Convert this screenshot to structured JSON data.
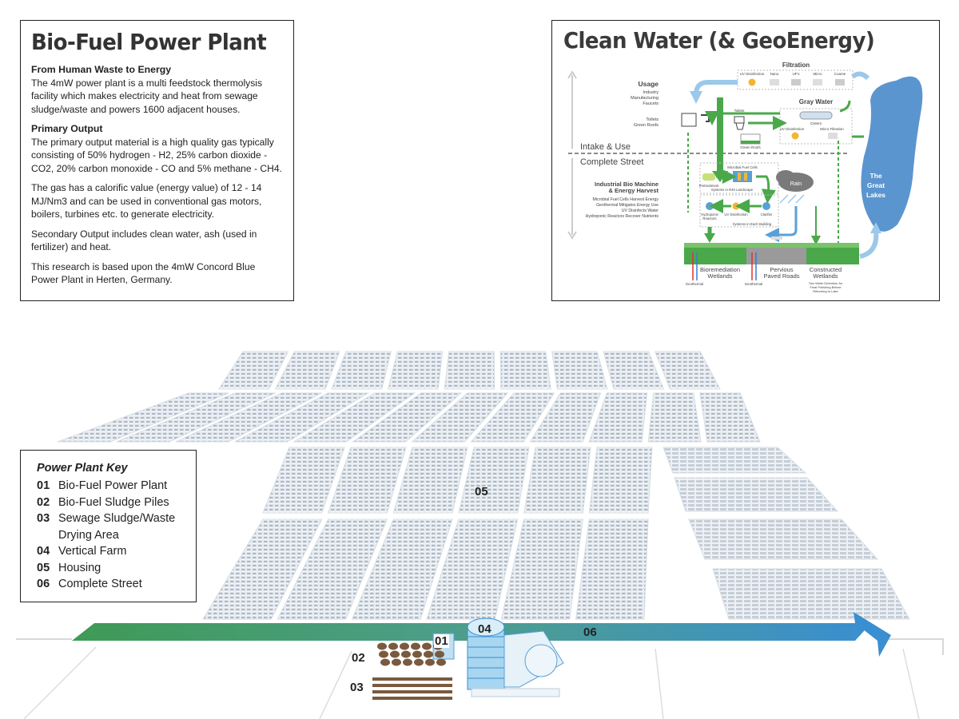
{
  "biofuel": {
    "title": "Bio-Fuel Power Plant",
    "sections": [
      {
        "heading": "From Human Waste to Energy",
        "text": "The 4mW power plant is a multi feedstock thermolysis facility which makes electricity and heat from sewage sludge/waste and powers 1600 adjacent houses."
      },
      {
        "heading": "Primary Output",
        "text": "The primary output material is a high quality gas typically consisting of 50% hydrogen - H2, 25% carbon dioxide - CO2, 20% carbon monoxide - CO and 5% methane - CH4."
      },
      {
        "heading": "",
        "text": "The gas has a calorific value (energy value) of 12 - 14 MJ/Nm3 and can be used in conventional gas motors, boilers, turbines etc. to generate electricity."
      },
      {
        "heading": "",
        "text": "Secondary Output includes clean water, ash (used in fertilizer) and heat."
      },
      {
        "heading": "",
        "text": "This research is based upon the 4mW Concord Blue Power Plant in Herten, Germany."
      }
    ]
  },
  "water": {
    "title": "Clean Water (& GeoEnergy)",
    "filtration": "Filtration",
    "filters": [
      "UV Disinfection",
      "Nano",
      "UF's",
      "Micro",
      "Coarse"
    ],
    "usage_title": "Usage",
    "usage_items": [
      "Industry",
      "Manufacturing",
      "Faucets"
    ],
    "usage_items2": [
      "Toilets",
      "Green Roofs"
    ],
    "toilets": "Toilets",
    "gray_water": "Gray Water",
    "cistern": "Cistern",
    "gray_filters": [
      "UV Disinfection",
      "Micro Filtration"
    ],
    "green_roofs": "Green Roofs",
    "intake_use": "Intake & Use",
    "complete_street": "Complete Street",
    "ibm_title": [
      "Industrial Bio Machine",
      "& Energy Harvest"
    ],
    "ibm_items": [
      "Microbial Fuel Cells Harvest Energy",
      "Geothermal Mitigates Energy Use",
      "UV Disinfects Water",
      "Hydroponic Reactors Recover Nutrients"
    ],
    "pretreatment": "Pretreatment",
    "mfc": "Microbial Fuel Cells",
    "systems_row": "Systems in R40 Landscape",
    "hydroponic": [
      "Hydroponic",
      "Reactors"
    ],
    "uv_dis": "UV Disinfection",
    "clarifier": "Clarifier",
    "systems_building": "Systems in Each Building",
    "rain": "Rain",
    "lakes": [
      "The",
      "Great",
      "Lakes"
    ],
    "bio_wet": [
      "Bioremediation",
      "Wetlands"
    ],
    "pervious": [
      "Pervious",
      "Paved Roads"
    ],
    "constructed": [
      "Constructed",
      "Wetlands"
    ],
    "constructed_note": [
      "Two Week Detention for",
      "Final Polishing Before",
      "Returning to Lake"
    ],
    "geothermal": "Geothermal"
  },
  "key": {
    "title": "Power Plant Key",
    "items": [
      {
        "num": "01",
        "label": "Bio-Fuel Power Plant"
      },
      {
        "num": "02",
        "label": "Bio-Fuel Sludge Piles"
      },
      {
        "num": "03",
        "label": "Sewage Sludge/Waste Drying Area"
      },
      {
        "num": "04",
        "label": "Vertical Farm"
      },
      {
        "num": "05",
        "label": "Housing"
      },
      {
        "num": "06",
        "label": "Complete Street"
      }
    ]
  },
  "site": {
    "label_01": "01",
    "label_02": "02",
    "label_03": "03",
    "label_04": "04",
    "label_05": "05",
    "label_06": "06"
  },
  "colors": {
    "street_green": "#3f9a55",
    "street_blue": "#3a8fd0",
    "housing": "#aeb9c6",
    "flow_green": "#4aa84a",
    "flow_blue": "#5aa0d8",
    "lake": "#5b95cf",
    "soil": "#7a5a3e"
  }
}
